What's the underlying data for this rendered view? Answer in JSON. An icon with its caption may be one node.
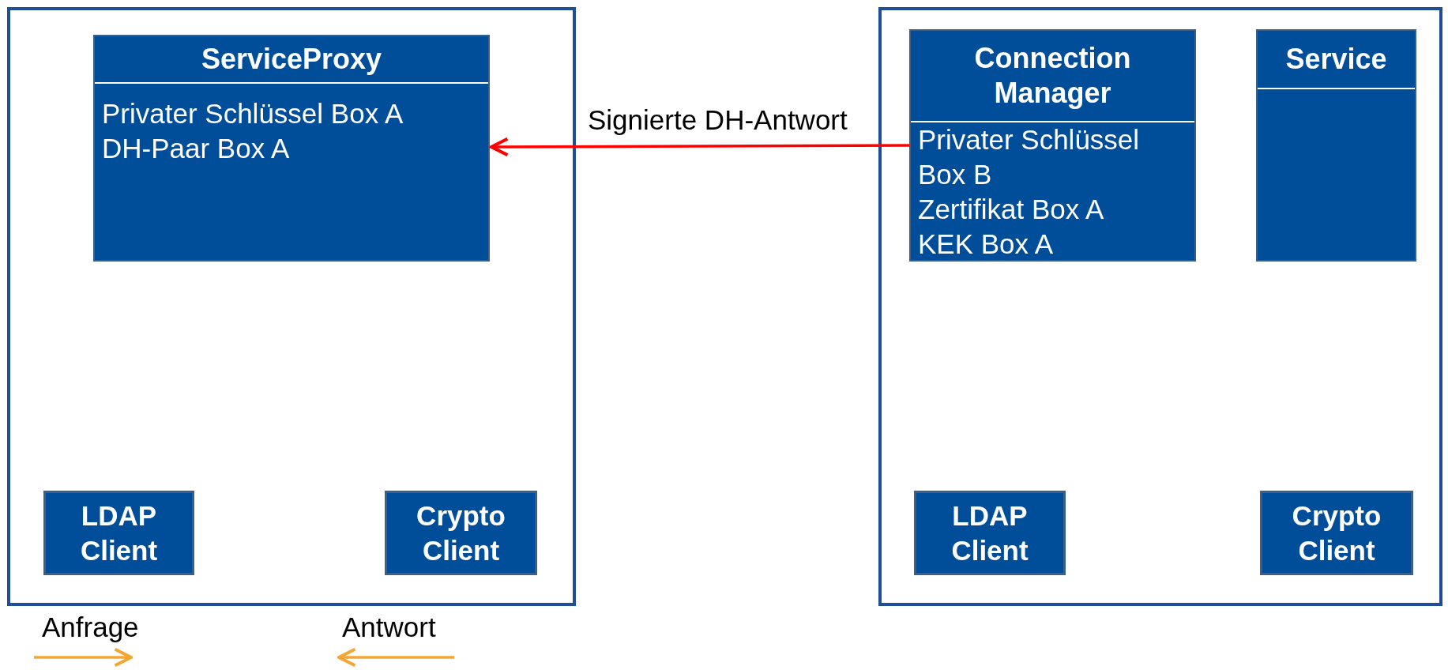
{
  "diagram": {
    "nodes": [
      {
        "text": [],
        "shape": "box"
      },
      {
        "text": [
          "ServiceProxy",
          "Privater Schlüssel Box A",
          "DH-Paar Box A"
        ],
        "in": 0
      },
      {
        "text": [
          "LDAP Client"
        ],
        "in": 0
      },
      {
        "text": [
          "Crypto Client"
        ],
        "in": 0
      },
      {
        "text": [],
        "shape": "box"
      },
      {
        "text": [
          "Connection Manager",
          "Privater Schlüssel Box B",
          "Zertifikat Box A",
          "KEK Box A"
        ],
        "in": 4
      },
      {
        "text": [
          "Service"
        ],
        "in": 4
      },
      {
        "text": [
          "LDAP Client"
        ],
        "in": 4
      },
      {
        "text": [
          "Crypto Client"
        ],
        "in": 4
      }
    ],
    "edges": [
      {
        "from": 5,
        "to": 1,
        "arrow": "to",
        "label": "Signierte DH-Antwort",
        "color": "#ff0000"
      }
    ],
    "legend": [
      {
        "text": "Anfrage"
      },
      {
        "text": "Antwort"
      }
    ]
  }
}
